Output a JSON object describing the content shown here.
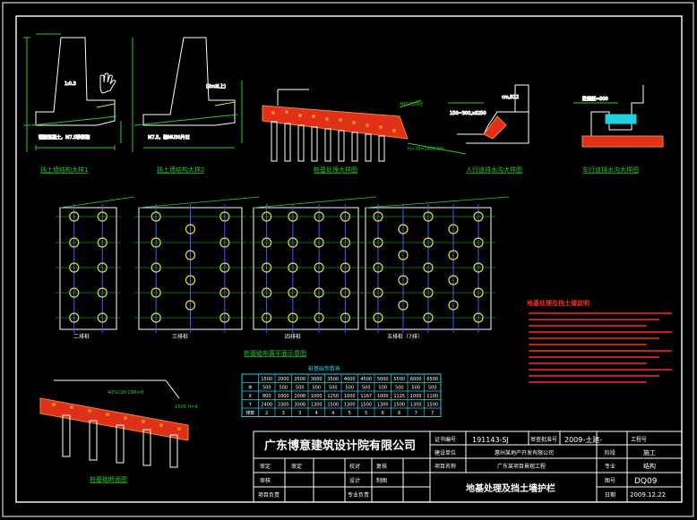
{
  "colors": {
    "background": "#000000",
    "frame": "#ffffff",
    "dim_green": "#29c82d",
    "pile_yellow": "#e6e02a",
    "axis_blue": "#3b5bff",
    "note_red": "#ff2a2a",
    "table_cyan": "#20d0e0",
    "hatch_red": "#e0301a",
    "hatch_orange": "#f08a20"
  },
  "icons": {
    "cursor": "hand-pointer-icon"
  },
  "drawing": {
    "detail_titles": [
      "挡土墙结构大样1",
      "挡土墙结构大样2",
      "桩基处理大样图",
      "人行道排水沟大样图",
      "车行道排水沟大样图"
    ],
    "pile_plan_labels": [
      "二排桩",
      "三排桩",
      "四排桩",
      "五排桩（7排）"
    ],
    "pile_plan_title": "桩基础布置平面示意图",
    "section_title": "桩基础断面图",
    "notes_title": "地基处理及挡土墙说明",
    "pile_table_title": "桩基础参数表",
    "pile_table": {
      "rows": [
        [
          "",
          "1500",
          "2000",
          "2500",
          "3000",
          "3500",
          "4000",
          "4500",
          "5000",
          "5500",
          "6000",
          "6500"
        ],
        [
          "Φ",
          "500",
          "500",
          "500",
          "500",
          "500",
          "500",
          "500",
          "500",
          "500",
          "500",
          "500"
        ],
        [
          "X",
          "800",
          "1000",
          "1000",
          "1000",
          "1250",
          "1000",
          "1167",
          "1000",
          "1125",
          "1000",
          "1100"
        ],
        [
          "Y",
          "2400",
          "3300",
          "3000",
          "1300",
          "1500",
          "1300",
          "1500",
          "1300",
          "1500",
          "1300",
          "1500"
        ],
        [
          "排数",
          "2",
          "3",
          "3",
          "4",
          "4",
          "5",
          "5",
          "6",
          "6",
          "7",
          "7"
        ]
      ]
    }
  },
  "title_block": {
    "company": "广东博意建筑设计院有限公司",
    "labels": {
      "cert_no": "证书编号",
      "review_no": "审查批准号",
      "project_no": "工程号",
      "construction_unit": "建设单位",
      "project_name": "项目名称",
      "approved": "审定",
      "checked": "审核",
      "reviewed": "校对",
      "verified": "复核",
      "designed": "设计",
      "drawn": "制图",
      "project_lead": "项目负责",
      "discipline_lead": "专业负责",
      "stage": "阶段",
      "discipline": "专业",
      "drawing_no": "图号",
      "date": "日期"
    },
    "values": {
      "cert_no": "191143-SJ",
      "review_no": "2009-土建-",
      "construction_unit": "惠州某地产开发有限公司",
      "project_name": "广东某项目景观工程",
      "approved_sig": "审定",
      "stage": "施工",
      "discipline": "结构",
      "drawing_title": "地基处理及挡土墙护栏",
      "drawing_no": "DQ09",
      "date": "2009.12.22"
    }
  }
}
